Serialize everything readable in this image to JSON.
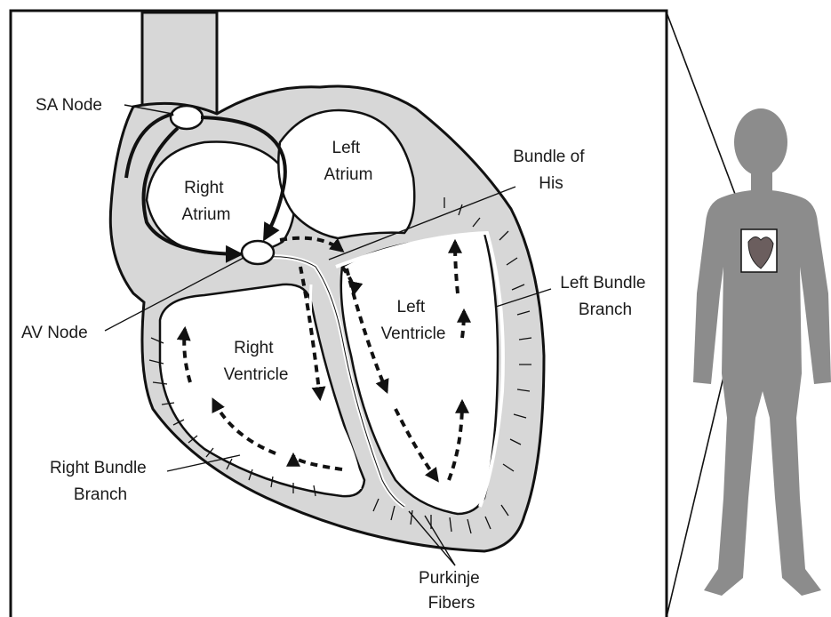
{
  "labels": {
    "sa_node": "SA Node",
    "av_node": "AV Node",
    "right_atrium": [
      "Right",
      "Atrium"
    ],
    "left_atrium": [
      "Left",
      "Atrium"
    ],
    "bundle_of_his": [
      "Bundle of",
      "His"
    ],
    "left_bundle_branch": [
      "Left Bundle",
      "Branch"
    ],
    "left_ventricle": [
      "Left",
      "Ventricle"
    ],
    "right_ventricle": [
      "Right",
      "Ventricle"
    ],
    "right_bundle_branch": [
      "Right Bundle",
      "Branch"
    ],
    "purkinje_fibers": [
      "Purkinje",
      "Fibers"
    ]
  },
  "colors": {
    "tissue": "#d7d7d7",
    "outline": "#111111",
    "chamber": "#ffffff",
    "silhouette": "#8c8c8c",
    "heart_icon": "#6b5e5e"
  }
}
